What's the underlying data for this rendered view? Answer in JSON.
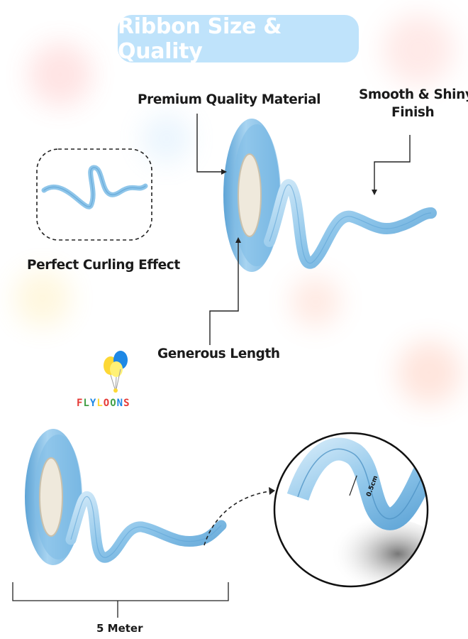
{
  "title": "Ribbon Size & Quality",
  "labels": {
    "premium": "Premium Quality Material",
    "smooth_line1": "Smooth & Shiny",
    "smooth_line2": "Finish",
    "curling": "Perfect Curling Effect",
    "length": "Generous Length",
    "width_mark": "0.5cm",
    "meter": "5 Meter"
  },
  "brand": {
    "name": "FLYLOONS",
    "letter_colors": [
      "#e53935",
      "#43a047",
      "#1e88e5",
      "#fdd835",
      "#e53935",
      "#43a047",
      "#1e88e5",
      "#e53935"
    ]
  },
  "colors": {
    "title_bg": "#bfe3fb",
    "ribbon": "#8fc6ea",
    "ribbon_dark": "#5ea4d6",
    "ribbon_light": "#cfe8f8",
    "spool_core": "#efe9dc",
    "line": "#222222"
  }
}
